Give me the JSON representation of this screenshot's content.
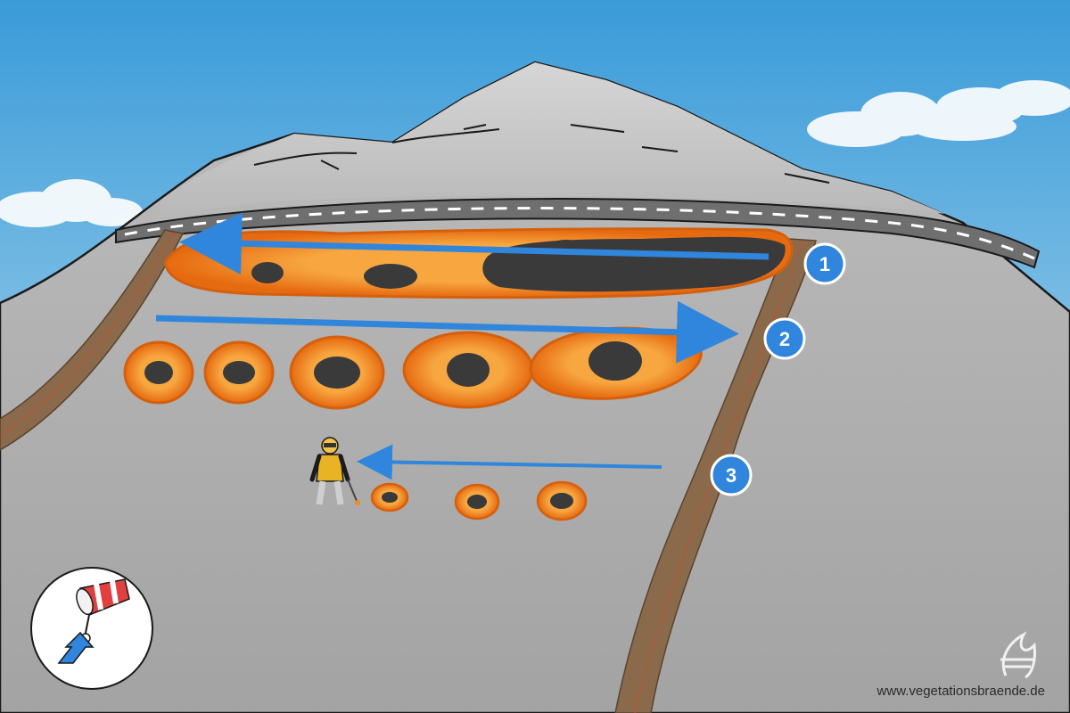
{
  "illustration": {
    "steps": [
      {
        "label": "1",
        "direction": "left"
      },
      {
        "label": "2",
        "direction": "right"
      },
      {
        "label": "3",
        "direction": "left"
      }
    ],
    "website": "www.vegetationsbraende.de",
    "wind_indicator": {
      "icon": "windsock-icon",
      "wind_arrow": "up-arrow-icon"
    },
    "colors": {
      "sky_top": "#3fa3dc",
      "sky_bottom": "#bfe0f2",
      "slope": "#a9a9a9",
      "fire": "#f08a1c",
      "char": "#3a3a3a",
      "arrow": "#2f86dc",
      "path": "#8a6a4a",
      "badge": "#2f86dc"
    }
  }
}
